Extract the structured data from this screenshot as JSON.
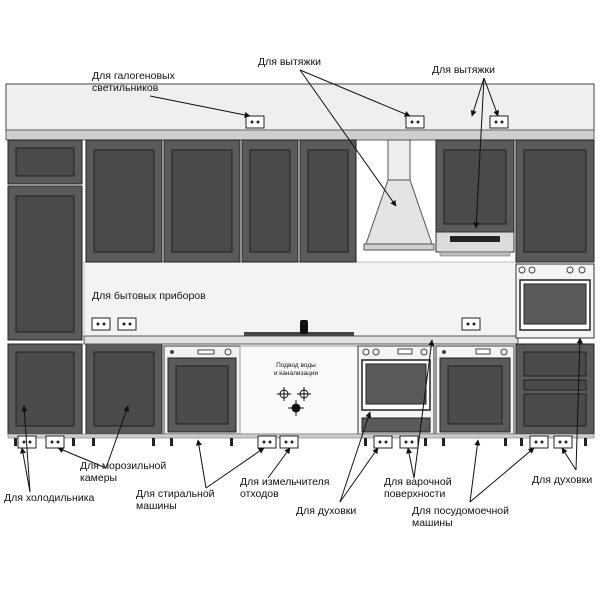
{
  "labels": {
    "halogen": [
      "Для галогеновых",
      "светильников"
    ],
    "hood_center": "Для вытяжки",
    "hood_right": "Для вытяжки",
    "appliances": "Для бытовых приборов",
    "water_supply": [
      "Подвод воды",
      "и канализации"
    ],
    "freezer": [
      "Для морозильной",
      "камеры"
    ],
    "fridge": "Для холодильника",
    "washer": [
      "Для стиральной",
      "машины"
    ],
    "shredder": [
      "Для измельчителя",
      "отходов"
    ],
    "oven_center": "Для духовки",
    "cooktop": [
      "Для варочной",
      "поверхности"
    ],
    "dishwasher": [
      "Для посудомоечной",
      "машины"
    ],
    "oven_right": "Для духовки"
  },
  "colors": {
    "cabinet": "#5a5a5a",
    "cabinet_panel": "#4a4a4a",
    "outline": "#222222",
    "wall": "#eeeeee",
    "appliance": "#f4f4f4"
  }
}
